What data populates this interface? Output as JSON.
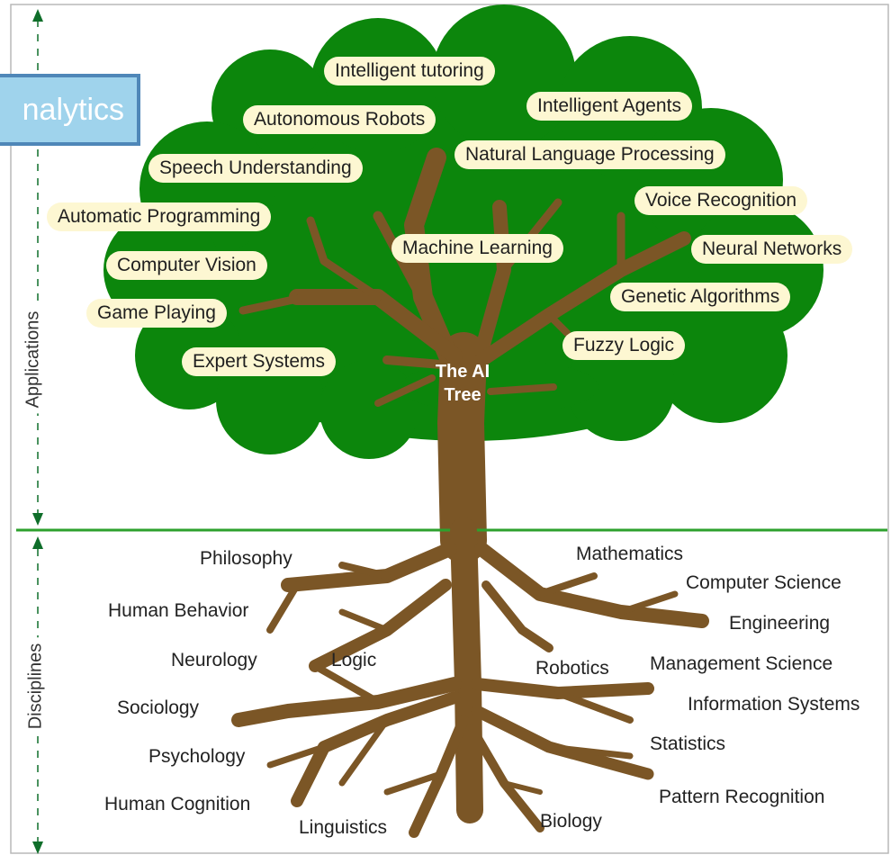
{
  "overlay_label": "nalytics",
  "trunk_label": [
    "The AI",
    "Tree"
  ],
  "side_labels": {
    "top": "Applications",
    "bottom": "Disciplines"
  },
  "applications": [
    "Intelligent tutoring",
    "Autonomous Robots",
    "Intelligent Agents",
    "Natural Language Processing",
    "Speech Understanding",
    "Voice Recognition",
    "Automatic Programming",
    "Machine Learning",
    "Neural Networks",
    "Computer Vision",
    "Genetic Algorithms",
    "Game Playing",
    "Fuzzy Logic",
    "Expert Systems"
  ],
  "disciplines": [
    "Philosophy",
    "Mathematics",
    "Computer Science",
    "Human Behavior",
    "Engineering",
    "Neurology",
    "Logic",
    "Robotics",
    "Management Science",
    "Sociology",
    "Information Systems",
    "Statistics",
    "Psychology",
    "Human Cognition",
    "Pattern Recognition",
    "Linguistics",
    "Biology"
  ],
  "colors": {
    "canopy": "#0c860c",
    "trunk": "#7b5626",
    "label_bg": "#fdf7d2",
    "divider": "#2da12d",
    "arrow": "#0f6e2a",
    "overlay_fill": "#9fd3ec",
    "overlay_border": "#4f87b8"
  }
}
